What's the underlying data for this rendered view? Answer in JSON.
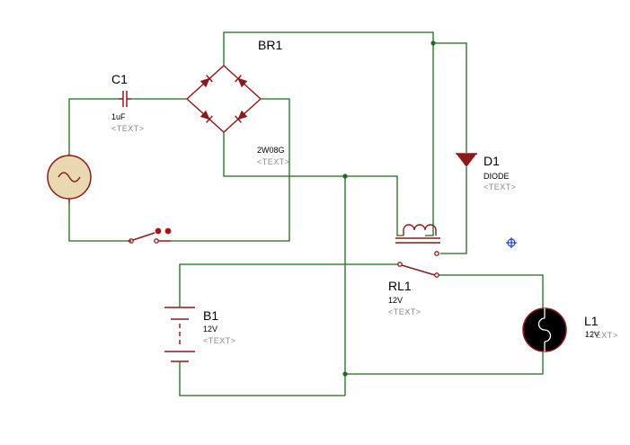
{
  "components": {
    "C1": {
      "ref": "C1",
      "value": "1uF",
      "text": "<TEXT>"
    },
    "BR1": {
      "ref": "BR1",
      "value": "2W08G",
      "text": "<TEXT>"
    },
    "D1": {
      "ref": "D1",
      "value": "DIODE",
      "text": "<TEXT>"
    },
    "B1": {
      "ref": "B1",
      "value": "12V",
      "text": "<TEXT>"
    },
    "RL1": {
      "ref": "RL1",
      "value": "12V",
      "text": "<TEXT>"
    },
    "L1": {
      "ref": "L1",
      "value": "12V",
      "text": "<TEXT>"
    }
  },
  "icons": {
    "ac_source": "ac-source-icon",
    "cursor": "crosshair-icon"
  },
  "colors": {
    "wire": "#1f6b1f",
    "component": "#8b1a1a",
    "body_fill": "#ead8b0",
    "label": "#000000",
    "placeholder": "#8a8a8a",
    "junction": "#1f6b1f",
    "cursor": "#1f3fbf"
  }
}
